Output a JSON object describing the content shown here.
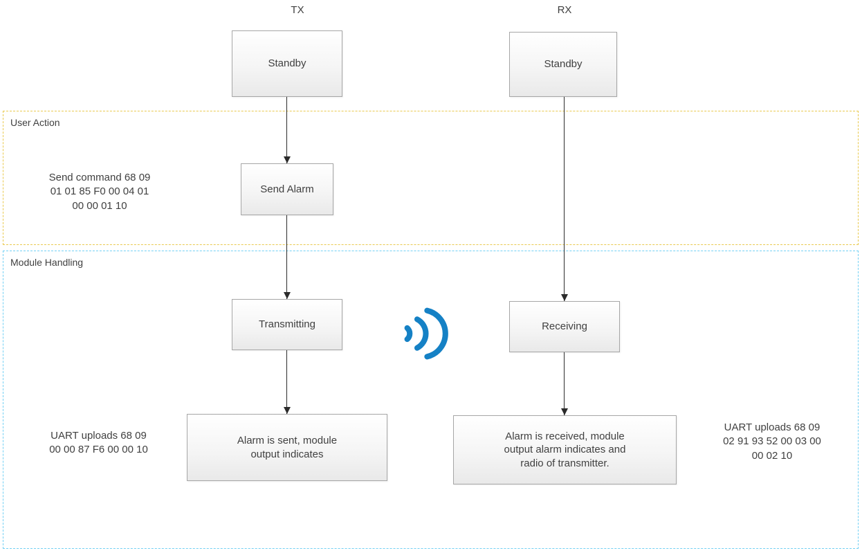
{
  "diagram": {
    "columns": {
      "tx": "TX",
      "rx": "RX"
    },
    "regions": {
      "user_action": "User Action",
      "module_handling": "Module Handling"
    },
    "tx_flow": {
      "standby": "Standby",
      "send_alarm": "Send Alarm",
      "transmitting": "Transmitting",
      "result": "Alarm is sent, module\noutput indicates"
    },
    "rx_flow": {
      "standby": "Standby",
      "receiving": "Receiving",
      "result": "Alarm is received, module\noutput alarm indicates and\nradio of transmitter."
    },
    "annotations": {
      "send_command": "Send command 68 09\n01 01 85 F0 00 04 01\n00 00 01 10",
      "uart_upload_tx": "UART uploads 68 09\n00 00 87 F6 00 00 10",
      "uart_upload_rx": "UART uploads 68 09\n02 91 93 52 00 03 00\n00 02 10"
    },
    "icons": {
      "radio_signal": "wifi-waves-icon"
    }
  },
  "colors": {
    "user_action_border": "#e9c94e",
    "module_handling_border": "#72d0f4",
    "signal_blue": "#1581c5",
    "box_border": "#a6a6a6",
    "arrow": "#2b2b2b",
    "text": "#404040"
  }
}
